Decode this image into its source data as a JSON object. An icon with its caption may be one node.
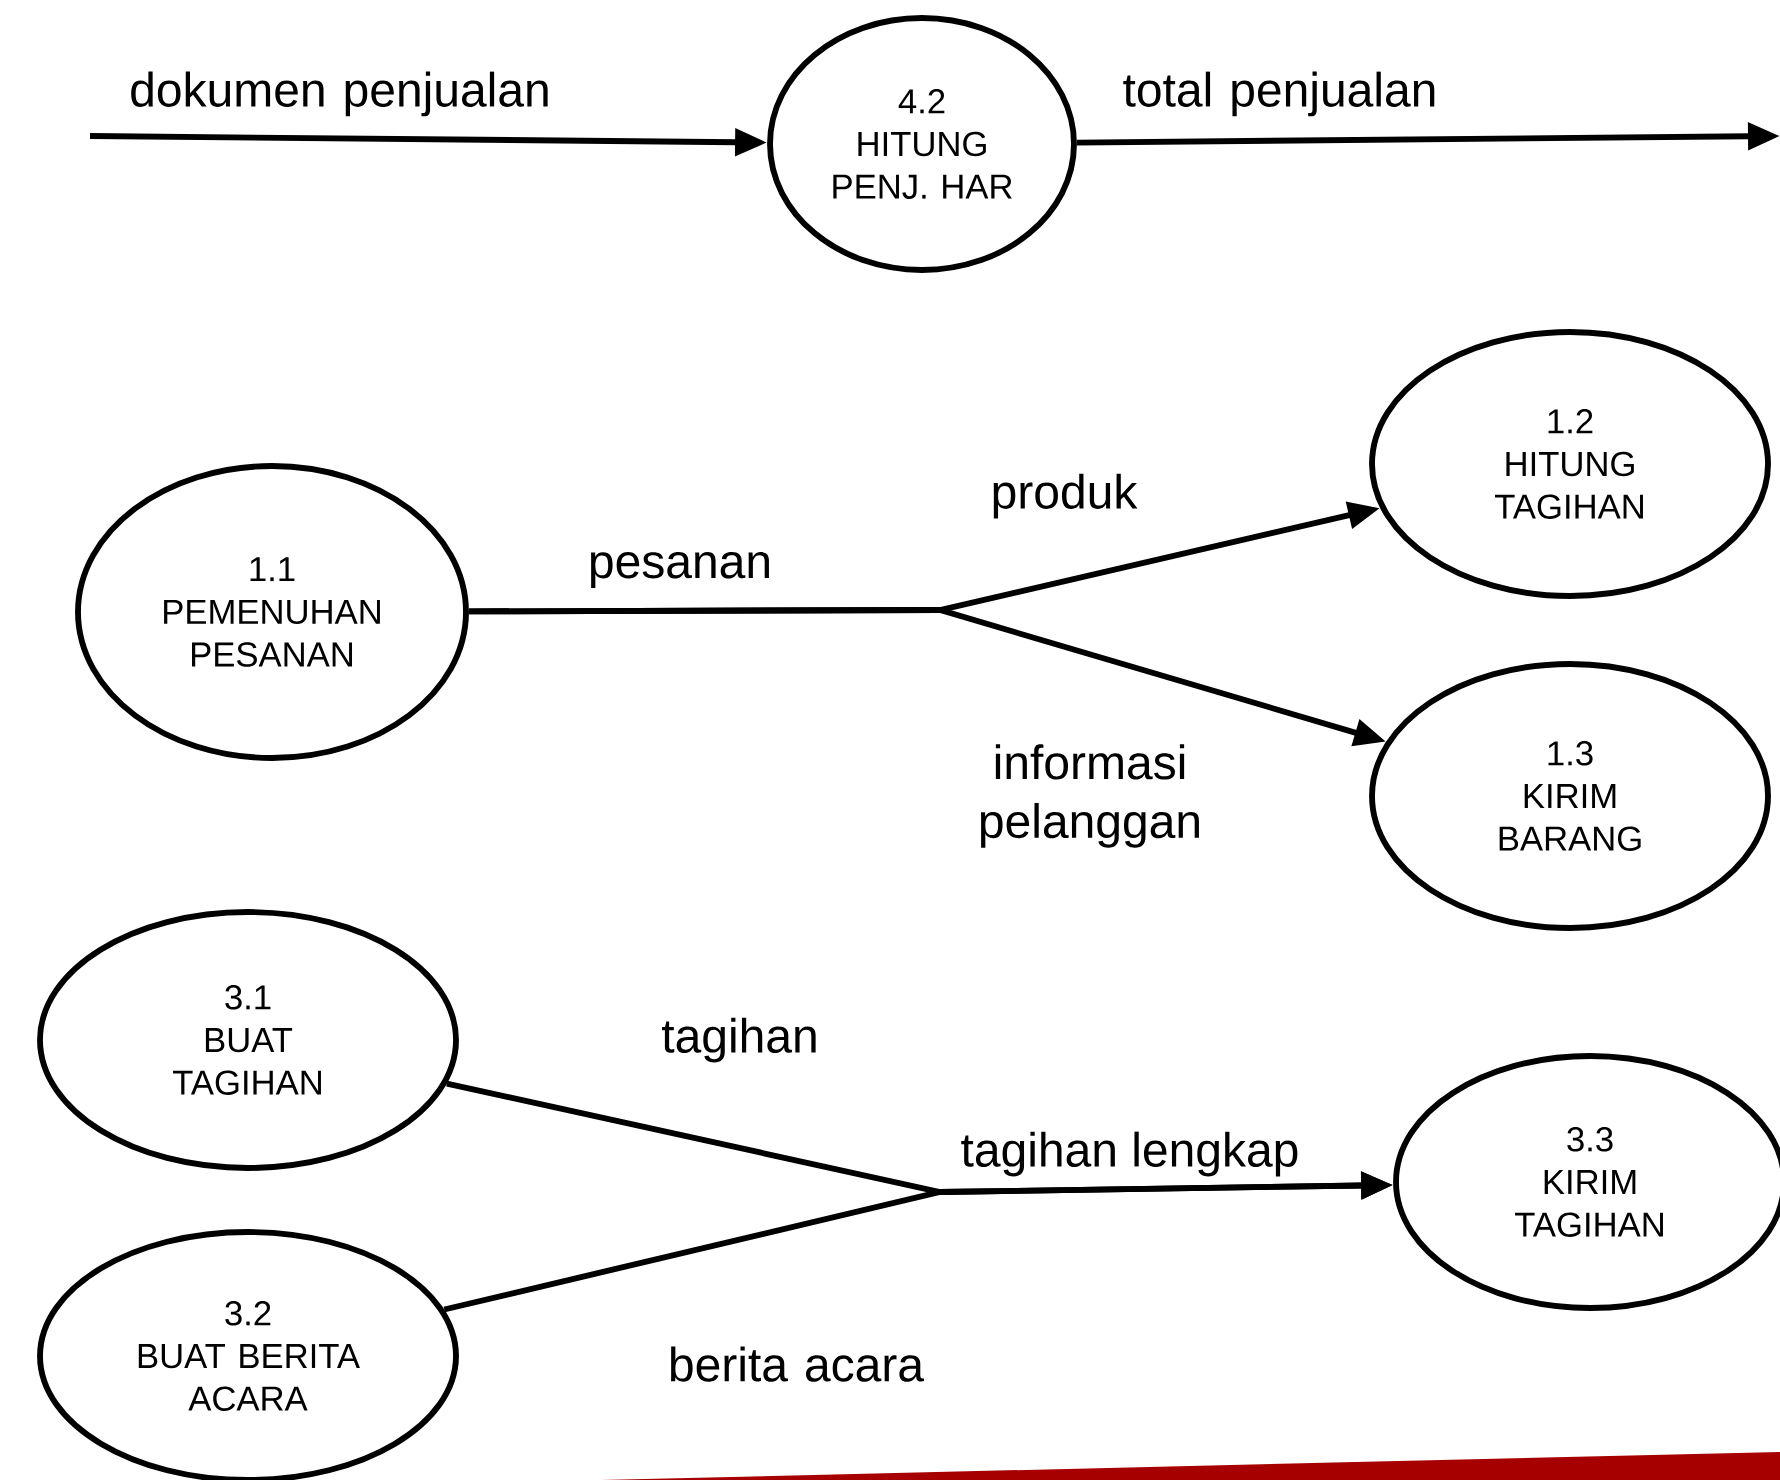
{
  "diagram": {
    "nodes": [
      {
        "text": [
          "4.2",
          "HITUNG PENJ. HAR"
        ]
      },
      {
        "text": [
          "1.1",
          "PEMENUHAN PESANAN"
        ]
      },
      {
        "text": [
          "1.2",
          "HITUNG TAGIHAN"
        ]
      },
      {
        "text": [
          "1.3",
          "KIRIM BARANG"
        ]
      },
      {
        "text": [
          "3.1",
          "BUAT TAGIHAN"
        ]
      },
      {
        "text": [
          "3.2",
          "BUAT BERITA ACARA"
        ]
      },
      {
        "text": [
          "3.3",
          "KIRIM TAGIHAN"
        ]
      }
    ],
    "edges": [
      {
        "from": null,
        "to": 0,
        "arrow": "to",
        "label": "dokumen penjualan"
      },
      {
        "from": 0,
        "to": null,
        "arrow": "to",
        "label": "total penjualan"
      },
      {
        "from": 1,
        "to": 2,
        "arrow": "to",
        "label": "produk"
      },
      {
        "from": 1,
        "to": 3,
        "arrow": "to",
        "label": "informasi pelanggan"
      },
      {
        "from": 4,
        "to": 6,
        "arrow": "to",
        "label": "tagihan"
      },
      {
        "from": 5,
        "to": 6,
        "arrow": "to",
        "label": "berita acara"
      }
    ],
    "labels": [
      "pesanan",
      "tagihan lengkap"
    ]
  }
}
